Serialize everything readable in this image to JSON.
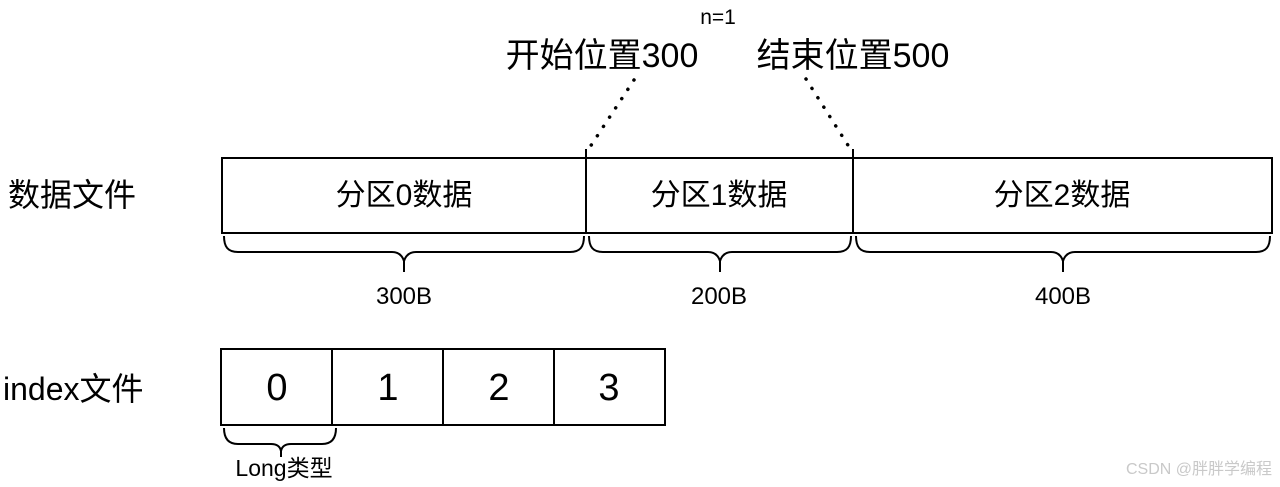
{
  "colors": {
    "line": "#000000",
    "text": "#000000",
    "watermark": "#c9c9c9",
    "background": "#ffffff"
  },
  "annotations": {
    "n_label": "n=1",
    "start_label": "开始位置300",
    "end_label": "结束位置500"
  },
  "data_file": {
    "label": "数据文件",
    "partitions": [
      {
        "name": "分区0数据",
        "size": "300B"
      },
      {
        "name": "分区1数据",
        "size": "200B"
      },
      {
        "name": "分区2数据",
        "size": "400B"
      }
    ]
  },
  "index_file": {
    "label": "index文件",
    "cells": [
      "0",
      "1",
      "2",
      "3"
    ],
    "type_label": "Long类型"
  },
  "watermark": {
    "text": "CSDN @胖胖学编程"
  }
}
